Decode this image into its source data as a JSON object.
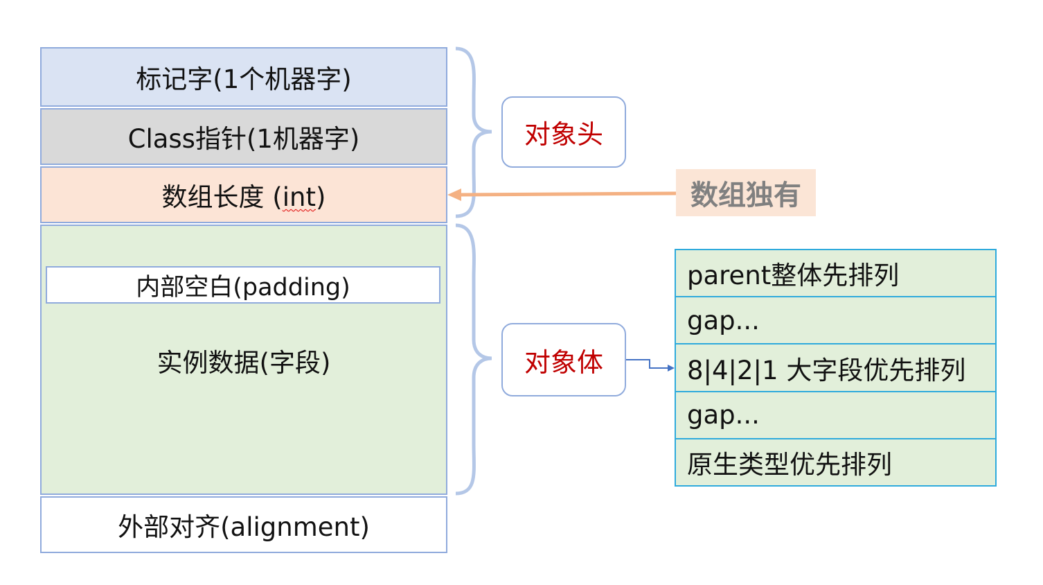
{
  "layout": {
    "mark_word": "标记字(1个机器字)",
    "class_pointer": "Class指针(1机器字)",
    "array_length_prefix": "数组长度 (",
    "array_length_type": "int",
    "array_length_suffix": ")",
    "padding": "内部空白(padding)",
    "instance_data": "实例数据(字段)",
    "alignment": "外部对齐(alignment)"
  },
  "labels": {
    "object_header": "对象头",
    "object_body": "对象体",
    "array_only": "数组独有"
  },
  "field_order": [
    "parent整体先排列",
    "gap...",
    "8|4|2|1 大字段优先排列",
    "gap...",
    "原生类型优先排列"
  ],
  "colors": {
    "mark_word_fill": "#dae3f3",
    "class_pointer_fill": "#d9d9d9",
    "array_length_fill": "#fce4d6",
    "instance_fill": "#e2efda",
    "block_border": "#8faadc",
    "label_text": "#c00000",
    "array_only_fill": "#fbe5d6",
    "array_only_text": "#808080",
    "list_border": "#2eaadc",
    "brace": "#b4c7e7",
    "array_arrow": "#f4b183",
    "connector": "#4472c4"
  }
}
